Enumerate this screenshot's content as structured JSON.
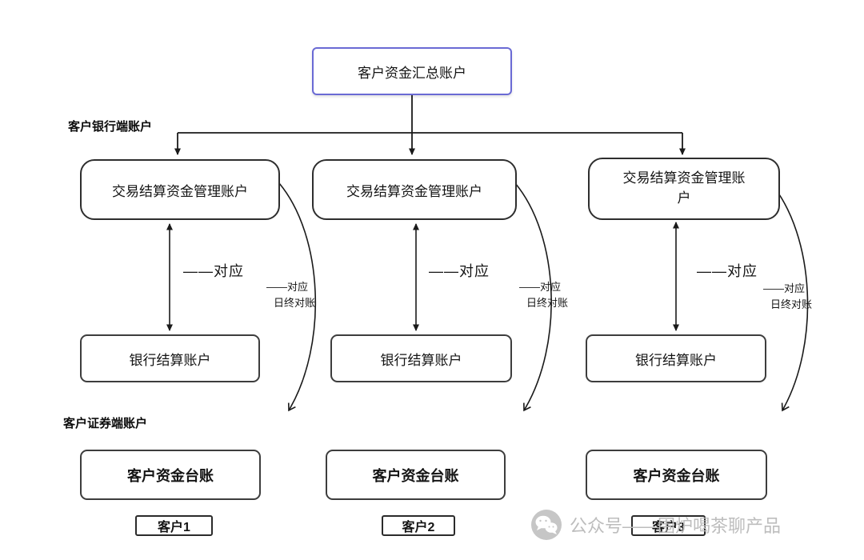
{
  "diagram": {
    "top_box_label": "客户资金汇总账户",
    "bank_section_label": "客户银行端账户",
    "securities_section_label": "客户证券端账户",
    "columns": [
      {
        "management": "交易结算资金管理账户",
        "correspond": "——对应",
        "settlement": "银行结算账户",
        "reconcile_line1": "——对应",
        "reconcile_line2": "日终对账",
        "ledger": "客户资金台账",
        "customer": "客户1"
      },
      {
        "management": "交易结算资金管理账户",
        "correspond": "——对应",
        "settlement": "银行结算账户",
        "reconcile_line1": "——对应",
        "reconcile_line2": "日终对账",
        "ledger": "客户资金台账",
        "customer": "客户2"
      },
      {
        "management": "交易结算资金管理账户",
        "correspond": "——对应",
        "settlement": "银行结算账户",
        "reconcile_line1": "——对应",
        "reconcile_line2": "日终对账",
        "ledger": "客户资金台账",
        "customer": "客户3"
      }
    ]
  },
  "watermark": {
    "icon": "wechat-icon",
    "text": "公众号——围炉喝茶聊产品"
  },
  "colors": {
    "top_box_border": "#6a6ad4",
    "line": "#1a1a1a",
    "watermark": "#bdbdbd"
  }
}
